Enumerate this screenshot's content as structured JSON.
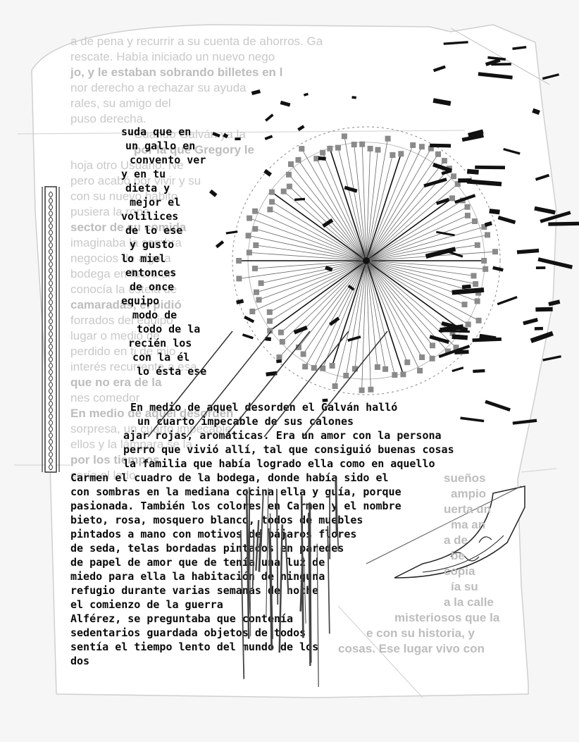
{
  "artwork": {
    "faded_lines": [
      "a de pena y recurrir a su cuenta de ahorros. Ga",
      "rescate. Había iniciado un nuevo nego",
      "jo, y le estaban sobrando billetes en l",
      "nor derecho a rechazar su ayuda",
      "rales, su amigo del",
      "puso derecha.",
      "Cuando Galván ya la",
      "por la que Gregory le",
      "hoja otro Usuario. Ne",
      "pero acabó por vivir y su",
      "con su nuevo hábito",
      "pusiera la ropa",
      "sector de su comida",
      "imaginaba la sombra",
      "negocios de algo a",
      "bodega en fuera un",
      "conocía la estela de",
      "camaradas, él pidió",
      "forrados del equipo",
      "lugar o medio de",
      "perdido en ti de mio",
      "interés recurrente a esa",
      "que no era de la",
      "nes comedor",
      "En medio de aquel desorden",
      "sorpresa, un cuarto impecable",
      "ellos y la lámpara se la",
      "por los tiempos",
      "sería el lado"
    ],
    "inked_left_column": [
      "suda que en",
      "un gallo en",
      "convento ver",
      "y en tu",
      "dieta y",
      "mejor el",
      "volilices",
      "de lo ese",
      "y gusto",
      "lo miel",
      "entonces",
      "de once",
      "equipo",
      "modo de",
      "todo de la",
      "recién los",
      "con la él",
      "lo ésta ese"
    ],
    "inked_block": [
      "En medio de aquel desorden el Galván halló",
      "un cuarto impecable de sus calones",
      "ajar rojas, aromáticas. Era un amor con la persona",
      "perro que vivió allí, tal que consiguió buenas cosas",
      "la familia que había logrado ella como en aquello",
      "Carmen el cuadro de la bodega, donde había sido el",
      "con sombras en la mediana cocina ella y guía, porque",
      "pasionada. También los colores en Carmen y el nombre",
      "bieto, rosa, mosquero blanco, todos de muebles",
      "pintados a mano con motivos de pájaros flores",
      "de seda, telas bordadas pintados en paredes",
      "de papel de amor que de tenía una luz de",
      "miedo para ella la habitación de ninguna",
      "refugio durante varias semanas de noche",
      "el comienzo de la guerra",
      "Alférez, se preguntaba que contenía",
      "sedentarios guardada objetos de todos",
      "sentía el tiempo lento del mundo de los",
      "dos"
    ],
    "faded_right_column": [
      "sueños",
      "ampio",
      "uerta un",
      "ma an",
      "a de",
      "be",
      "copia",
      "ía su",
      "a la calle",
      "misteriosos que la",
      "e con su historia, y",
      "cosas. Ese lugar vivo con"
    ]
  }
}
